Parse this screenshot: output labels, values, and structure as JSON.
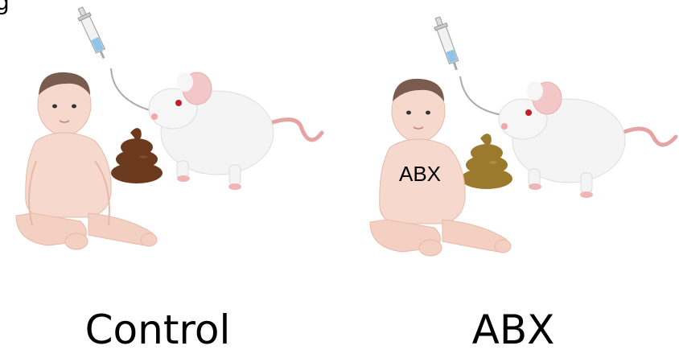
{
  "corner_label": "g",
  "panels": [
    {
      "caption": "Control",
      "body_label": "",
      "stool_color": "#6b3a1e"
    },
    {
      "caption": "ABX",
      "body_label": "ABX",
      "stool_color": "#9b7a2e"
    }
  ]
}
